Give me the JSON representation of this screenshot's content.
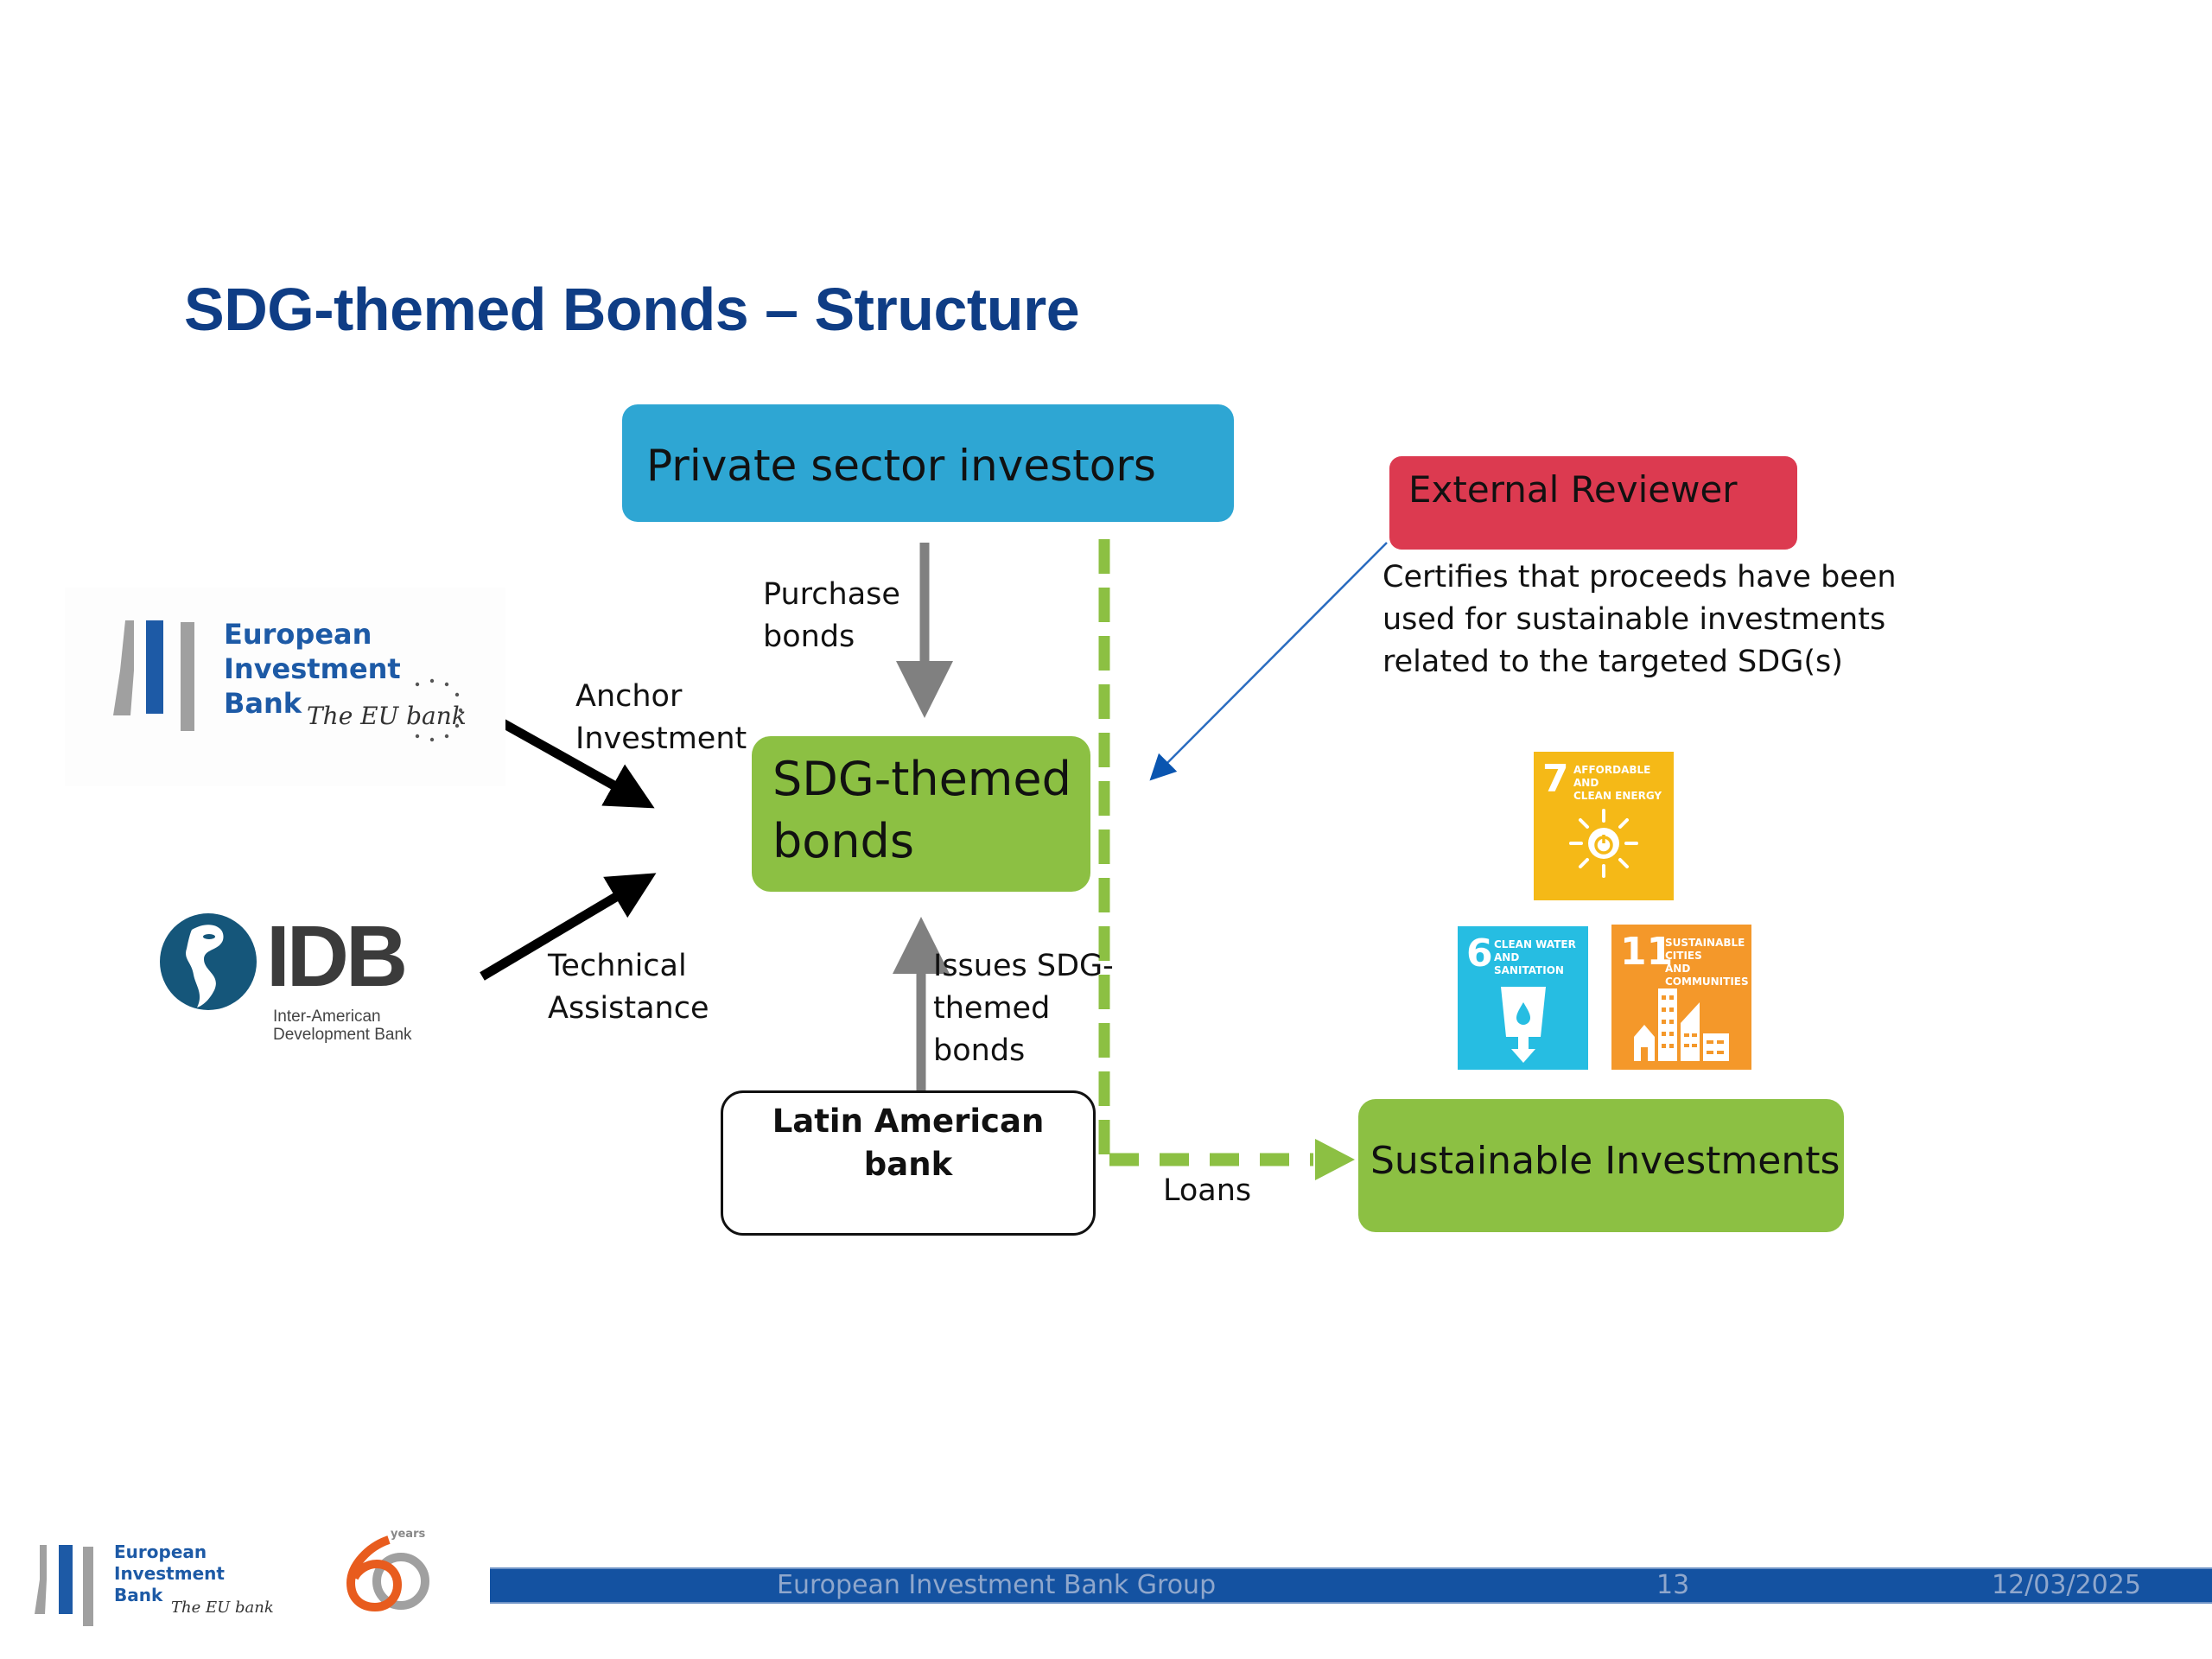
{
  "slide": {
    "title": "SDG-themed Bonds – Structure"
  },
  "nodes": {
    "private_investors": "Private sector investors",
    "external_reviewer": "External Reviewer",
    "sdg_bonds_line1": "SDG-themed",
    "sdg_bonds_line2": "bonds",
    "latin_bank_line1": "Latin American",
    "latin_bank_line2": "bank",
    "sustainable_investments": "Sustainable Investments"
  },
  "edge_labels": {
    "purchase_bonds": [
      "Purchase",
      "bonds"
    ],
    "anchor_investment": [
      "Anchor",
      "Investment"
    ],
    "technical_assistance": [
      "Technical",
      "Assistance"
    ],
    "issues_bonds": [
      "Issues SDG-",
      "themed",
      "bonds"
    ],
    "loans": "Loans"
  },
  "reviewer_note": [
    "Certifies that proceeds have been",
    "used for sustainable investments",
    "related to the targeted SDG(s)"
  ],
  "logos": {
    "eib": {
      "lines": [
        "European",
        "Investment",
        "Bank"
      ],
      "tagline": "The EU bank"
    },
    "idb": {
      "acronym": "IDB",
      "lines": [
        "Inter-American",
        "Development Bank"
      ]
    },
    "anniversary": {
      "number": "60",
      "word": "years"
    }
  },
  "sdg_goals": [
    {
      "number": "7",
      "caption": [
        "Affordable and",
        "clean energy"
      ],
      "color": "#f5b917"
    },
    {
      "number": "6",
      "caption": [
        "Clean water",
        "and sanitation"
      ],
      "color": "#26bde2"
    },
    {
      "number": "11",
      "caption": [
        "Sustainable cities",
        "and communities"
      ],
      "color": "#f4982a"
    }
  ],
  "colors": {
    "title": "#0f3d85",
    "investors": "#2ea6d3",
    "reviewer": "#dc3a50",
    "green": "#8cc043",
    "footer": "#1452a1"
  },
  "footer": {
    "organization": "European Investment Bank Group",
    "page_number": "13",
    "date": "12/03/2025"
  }
}
